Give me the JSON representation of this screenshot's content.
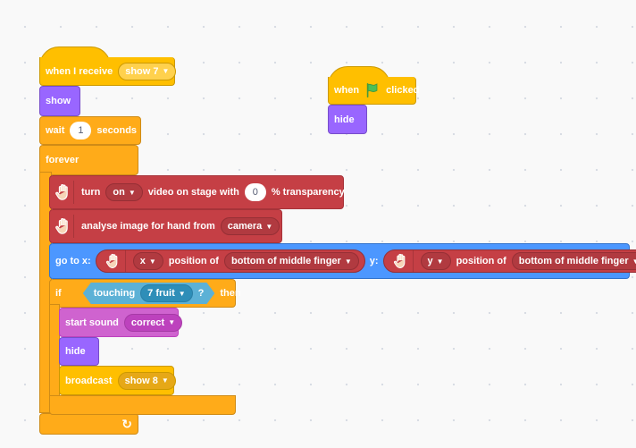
{
  "script1": {
    "when_receive_label": "when I receive",
    "when_receive_value": "show 7",
    "show_label": "show",
    "wait_label": "wait",
    "wait_value": "1",
    "wait_unit": "seconds",
    "forever_label": "forever",
    "turn_label": "turn",
    "turn_value": "on",
    "video_label": "video on stage with",
    "transparency_value": "0",
    "transparency_label": "% transparency",
    "analyse_label": "analyse image for hand from",
    "analyse_source": "camera",
    "goto_label": "go to x:",
    "goto_y_label": "y:",
    "x_axis_value": "x",
    "y_axis_value": "y",
    "position_of_label": "position of",
    "x_landmark": "bottom of middle finger",
    "y_landmark": "bottom of middle finger",
    "if_label": "if",
    "then_label": "then",
    "touching_label": "touching",
    "touching_value": "7 fruit",
    "question_mark": "?",
    "start_sound_label": "start sound",
    "sound_value": "correct",
    "hide_label": "hide",
    "broadcast_label": "broadcast",
    "broadcast_value": "show 8",
    "loop_arrow": "↻"
  },
  "script2": {
    "when_label": "when",
    "clicked_label": "clicked",
    "hide_label": "hide"
  },
  "colors": {
    "events": "#FFBF00",
    "looks": "#9966FF",
    "control": "#FFAB19",
    "sound": "#CF63CF",
    "extension": "#C53F45",
    "motion": "#4C97FF",
    "sensing": "#5CB1D6",
    "flag": "#4CBF56"
  }
}
